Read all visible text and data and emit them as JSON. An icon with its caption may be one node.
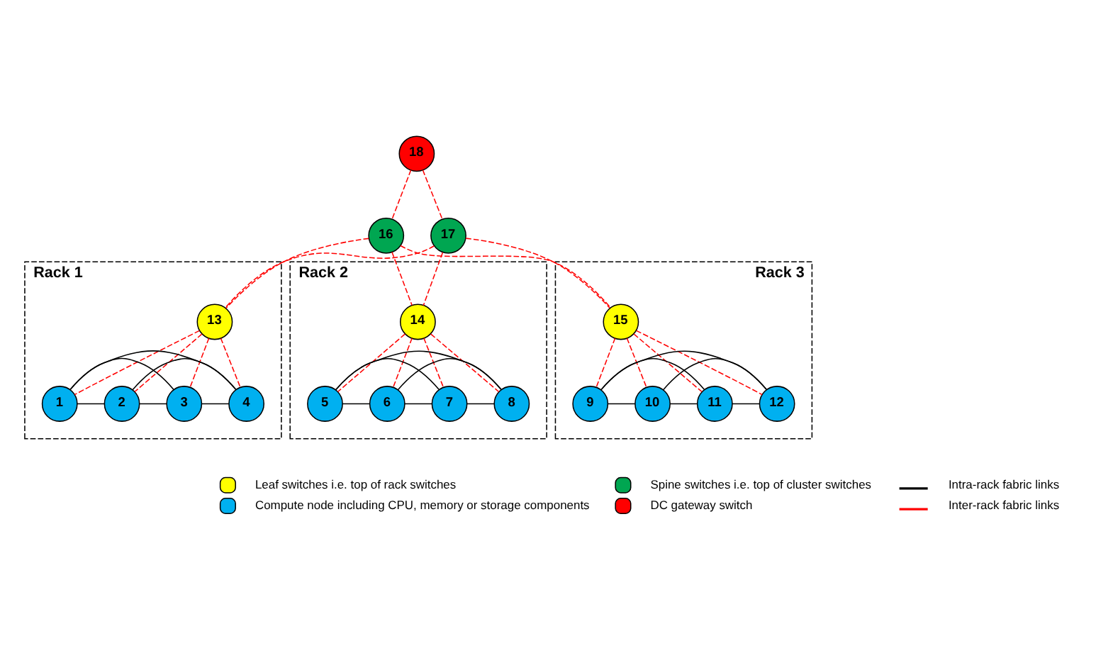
{
  "diagram": {
    "nodes": [
      {
        "text": [
          "18"
        ]
      },
      {
        "text": [
          "16"
        ]
      },
      {
        "text": [
          "17"
        ]
      },
      {
        "text": [
          "Rack 1"
        ]
      },
      {
        "text": [
          "13"
        ],
        "in": 3
      },
      {
        "text": [
          "1"
        ],
        "in": 3
      },
      {
        "text": [
          "2"
        ],
        "in": 3
      },
      {
        "text": [
          "3"
        ],
        "in": 3
      },
      {
        "text": [
          "4"
        ],
        "in": 3
      },
      {
        "text": [
          "Rack 2"
        ]
      },
      {
        "text": [
          "14"
        ],
        "in": 9
      },
      {
        "text": [
          "5"
        ],
        "in": 9
      },
      {
        "text": [
          "6"
        ],
        "in": 9
      },
      {
        "text": [
          "7"
        ],
        "in": 9
      },
      {
        "text": [
          "8"
        ],
        "in": 9
      },
      {
        "text": [
          "Rack 3"
        ]
      },
      {
        "text": [
          "15"
        ],
        "in": 15
      },
      {
        "text": [
          "9"
        ],
        "in": 15
      },
      {
        "text": [
          "10"
        ],
        "in": 15
      },
      {
        "text": [
          "11"
        ],
        "in": 15
      },
      {
        "text": [
          "12"
        ],
        "in": 15
      }
    ],
    "edges": [
      {
        "from": 0,
        "to": 1,
        "arrow": "none",
        "style": "dashed"
      },
      {
        "from": 0,
        "to": 2,
        "arrow": "none",
        "style": "dashed"
      },
      {
        "from": 1,
        "to": 4,
        "arrow": "none",
        "style": "dashed"
      },
      {
        "from": 2,
        "to": 4,
        "arrow": "none",
        "style": "dashed"
      },
      {
        "from": 1,
        "to": 10,
        "arrow": "none",
        "style": "dashed"
      },
      {
        "from": 2,
        "to": 10,
        "arrow": "none",
        "style": "dashed"
      },
      {
        "from": 1,
        "to": 16,
        "arrow": "none",
        "style": "dashed"
      },
      {
        "from": 2,
        "to": 16,
        "arrow": "none",
        "style": "dashed"
      },
      {
        "from": 4,
        "to": 5,
        "arrow": "none",
        "style": "dashed"
      },
      {
        "from": 4,
        "to": 6,
        "arrow": "none",
        "style": "dashed"
      },
      {
        "from": 4,
        "to": 7,
        "arrow": "none",
        "style": "dashed"
      },
      {
        "from": 4,
        "to": 8,
        "arrow": "none",
        "style": "dashed"
      },
      {
        "from": 10,
        "to": 11,
        "arrow": "none",
        "style": "dashed"
      },
      {
        "from": 10,
        "to": 12,
        "arrow": "none",
        "style": "dashed"
      },
      {
        "from": 10,
        "to": 13,
        "arrow": "none",
        "style": "dashed"
      },
      {
        "from": 10,
        "to": 14,
        "arrow": "none",
        "style": "dashed"
      },
      {
        "from": 16,
        "to": 17,
        "arrow": "none",
        "style": "dashed"
      },
      {
        "from": 16,
        "to": 18,
        "arrow": "none",
        "style": "dashed"
      },
      {
        "from": 16,
        "to": 19,
        "arrow": "none",
        "style": "dashed"
      },
      {
        "from": 16,
        "to": 20,
        "arrow": "none",
        "style": "dashed"
      },
      {
        "from": 5,
        "to": 6,
        "arrow": "none",
        "color": "#000000"
      },
      {
        "from": 6,
        "to": 7,
        "arrow": "none",
        "color": "#000000"
      },
      {
        "from": 7,
        "to": 8,
        "arrow": "none",
        "color": "#000000"
      },
      {
        "from": 5,
        "to": 7,
        "arrow": "none",
        "color": "#000000"
      },
      {
        "from": 6,
        "to": 8,
        "arrow": "none",
        "color": "#000000"
      },
      {
        "from": 5,
        "to": 8,
        "arrow": "none",
        "color": "#000000"
      },
      {
        "from": 11,
        "to": 12,
        "arrow": "none",
        "color": "#000000"
      },
      {
        "from": 12,
        "to": 13,
        "arrow": "none",
        "color": "#000000"
      },
      {
        "from": 13,
        "to": 14,
        "arrow": "none",
        "color": "#000000"
      },
      {
        "from": 11,
        "to": 13,
        "arrow": "none",
        "color": "#000000"
      },
      {
        "from": 12,
        "to": 14,
        "arrow": "none",
        "color": "#000000"
      },
      {
        "from": 11,
        "to": 14,
        "arrow": "none",
        "color": "#000000"
      },
      {
        "from": 17,
        "to": 18,
        "arrow": "none",
        "color": "#000000"
      },
      {
        "from": 18,
        "to": 19,
        "arrow": "none",
        "color": "#000000"
      },
      {
        "from": 19,
        "to": 20,
        "arrow": "none",
        "color": "#000000"
      },
      {
        "from": 17,
        "to": 19,
        "arrow": "none",
        "color": "#000000"
      },
      {
        "from": 18,
        "to": 20,
        "arrow": "none",
        "color": "#000000"
      },
      {
        "from": 17,
        "to": 20,
        "arrow": "none",
        "color": "#000000"
      }
    ],
    "legend": [
      {
        "text": "Leaf switches i.e. top of rack switches",
        "color": "#ffff00"
      },
      {
        "text": "Compute node including CPU, memory or storage components",
        "color": "#00b0f0"
      },
      {
        "text": "Spine switches i.e. top of cluster switches",
        "color": "#00a651"
      },
      {
        "text": "DC gateway switch",
        "color": "#ff0000"
      },
      {
        "text": "Intra-rack fabric links"
      },
      {
        "text": "Inter-rack fabric links"
      }
    ]
  }
}
